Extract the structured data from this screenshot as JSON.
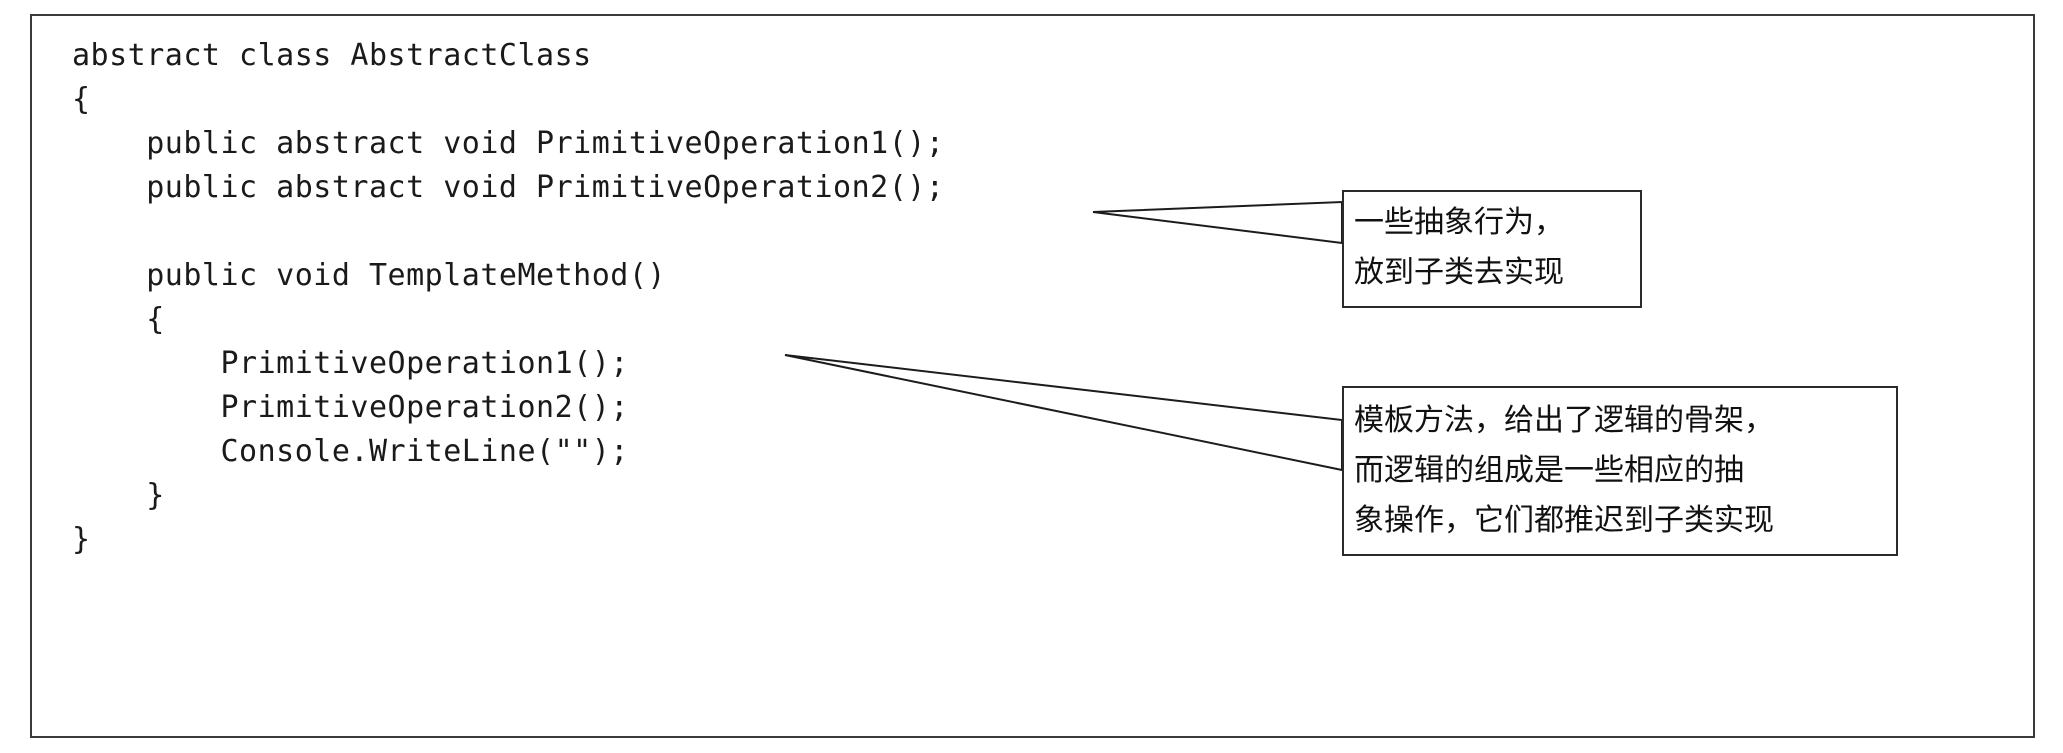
{
  "figure": {
    "title": "AbstractClass template method code listing",
    "frame_color": "#3a3a3a",
    "text_color": "#1a1a1a",
    "background_color": "#ffffff"
  },
  "code": {
    "language": "csharp",
    "lines": [
      "abstract class AbstractClass",
      "{",
      "    public abstract void PrimitiveOperation1();",
      "    public abstract void PrimitiveOperation2();",
      "",
      "    public void TemplateMethod()",
      "    {",
      "        PrimitiveOperation1();",
      "        PrimitiveOperation2();",
      "        Console.WriteLine(\"\");",
      "    }",
      "}"
    ]
  },
  "callouts": [
    {
      "id": "abstract-behaviors",
      "lines": [
        "一些抽象行为，",
        "放到子类去实现"
      ],
      "target_code_line": "    public abstract void PrimitiveOperation2();"
    },
    {
      "id": "template-method-explanation",
      "lines": [
        "模板方法，给出了逻辑的骨架，",
        "而逻辑的组成是一些相应的抽",
        "象操作，它们都推迟到子类实现"
      ],
      "target_code_line": "    public void TemplateMethod()"
    }
  ]
}
